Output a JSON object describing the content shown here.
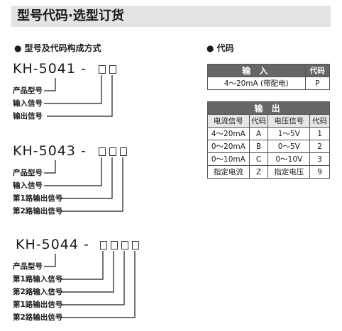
{
  "title": "型号代码·选型订货",
  "section_model": "● 型号及代码构成方式",
  "section_code": "● 代码",
  "models": [
    {
      "code": "KH-5041 -",
      "labels": [
        "产品型号",
        "输入信号",
        "输出信号"
      ]
    },
    {
      "code": "KH-5043 -",
      "labels": [
        "产品型号",
        "输入信号",
        "第1路输出信号",
        "第2路输出信号"
      ]
    },
    {
      "code": "KH-5044 -",
      "labels": [
        "产品型号",
        "第1路输入信号",
        "第2路输入信号",
        "第1路输出信号",
        "第2路输出信号"
      ]
    }
  ],
  "input_table": {
    "header": "输 入",
    "code_header": "代码",
    "rows": [
      {
        "signal": "4～20mA (带配电)",
        "code": "P"
      }
    ]
  },
  "output_table": {
    "header": "输 出",
    "columns": [
      "电流信号",
      "代码",
      "电压信号",
      "代码"
    ],
    "rows": [
      [
        "4～20mA",
        "A",
        "1～5V",
        "1"
      ],
      [
        "0～20mA",
        "B",
        "0～5V",
        "2"
      ],
      [
        "0～10mA",
        "C",
        "0～10V",
        "3"
      ],
      [
        "指定电流",
        "Z",
        "指定电压",
        "9"
      ]
    ]
  },
  "colors": {
    "title_bg": "#e3e3e3",
    "table_header_bg": "#666666",
    "subheader_bg": "#e6e6e6"
  }
}
